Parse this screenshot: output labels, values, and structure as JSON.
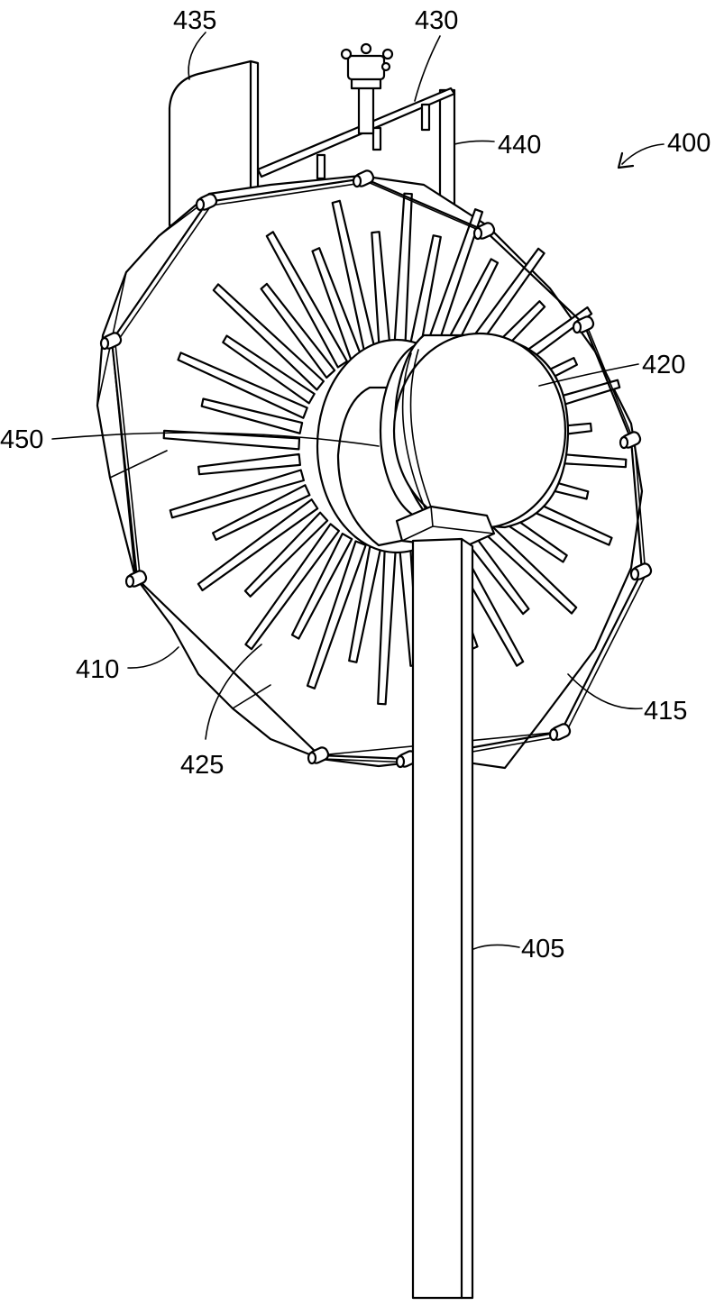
{
  "figure": {
    "reference_numerals": {
      "device": "400",
      "pole": "405",
      "frame": "410",
      "blades": "415",
      "hub_cap": "420",
      "blade_panel": "425",
      "mast_arm": "430",
      "vane": "435",
      "mast": "440",
      "collar": "450"
    }
  }
}
